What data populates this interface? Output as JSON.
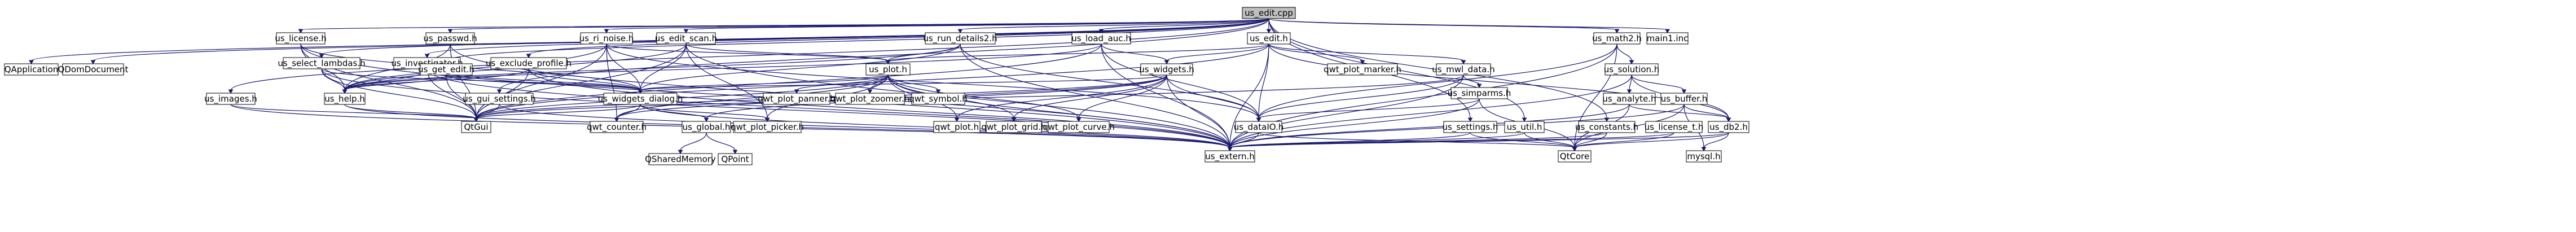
{
  "diagram": {
    "type": "include-dependency-graph",
    "colors": {
      "edge": "#191970",
      "root_fill": "#bfbfbf",
      "node_fill": "#ffffff",
      "border": "#000000"
    },
    "nodes": [
      {
        "id": "us_edit_cpp",
        "label": "us_edit.cpp",
        "root": true
      },
      {
        "id": "QApplication",
        "label": "QApplication"
      },
      {
        "id": "QDomDocument",
        "label": "QDomDocument"
      },
      {
        "id": "us_license_h",
        "label": "us_license.h"
      },
      {
        "id": "us_passwd_h",
        "label": "us_passwd.h"
      },
      {
        "id": "us_ri_noise_h",
        "label": "us_ri_noise.h"
      },
      {
        "id": "us_edit_scan_h",
        "label": "us_edit_scan.h"
      },
      {
        "id": "us_run_details2_h",
        "label": "us_run_details2.h"
      },
      {
        "id": "us_load_auc_h",
        "label": "us_load_auc.h"
      },
      {
        "id": "us_edit_h",
        "label": "us_edit.h"
      },
      {
        "id": "us_math2_h",
        "label": "us_math2.h"
      },
      {
        "id": "main1_inc",
        "label": "main1.inc"
      },
      {
        "id": "us_select_lambdas_h",
        "label": "us_select_lambdas.h"
      },
      {
        "id": "us_investigator_h",
        "label": "us_investigator.h"
      },
      {
        "id": "us_exclude_profile_h",
        "label": "us_exclude_profile.h"
      },
      {
        "id": "us_get_edit_h",
        "label": "us_get_edit.h"
      },
      {
        "id": "us_plot_h",
        "label": "us_plot.h"
      },
      {
        "id": "us_widgets_h",
        "label": "us_widgets.h"
      },
      {
        "id": "us_mwl_data_h",
        "label": "us_mwl_data.h"
      },
      {
        "id": "qwt_plot_marker_h",
        "label": "qwt_plot_marker.h"
      },
      {
        "id": "us_solution_h",
        "label": "us_solution.h"
      },
      {
        "id": "us_images_h",
        "label": "us_images.h"
      },
      {
        "id": "us_help_h",
        "label": "us_help.h"
      },
      {
        "id": "us_gui_settings_h",
        "label": "us_gui_settings.h"
      },
      {
        "id": "us_widgets_dialog_h",
        "label": "us_widgets_dialog.h"
      },
      {
        "id": "qwt_plot_panner_h",
        "label": "qwt_plot_panner.h"
      },
      {
        "id": "qwt_plot_zoomer_h",
        "label": "qwt_plot_zoomer.h"
      },
      {
        "id": "qwt_symbol_h",
        "label": "qwt_symbol.h"
      },
      {
        "id": "us_simparms_h",
        "label": "us_simparms.h"
      },
      {
        "id": "us_analyte_h",
        "label": "us_analyte.h"
      },
      {
        "id": "us_buffer_h",
        "label": "us_buffer.h"
      },
      {
        "id": "QtGui",
        "label": "QtGui"
      },
      {
        "id": "qwt_counter_h",
        "label": "qwt_counter.h"
      },
      {
        "id": "us_global_h",
        "label": "us_global.h"
      },
      {
        "id": "qwt_plot_picker_h",
        "label": "qwt_plot_picker.h"
      },
      {
        "id": "qwt_plot_h",
        "label": "qwt_plot.h"
      },
      {
        "id": "qwt_plot_grid_h",
        "label": "qwt_plot_grid.h"
      },
      {
        "id": "qwt_plot_curve_h",
        "label": "qwt_plot_curve.h"
      },
      {
        "id": "us_dataIO_h",
        "label": "us_dataIO.h"
      },
      {
        "id": "us_settings_h",
        "label": "us_settings.h"
      },
      {
        "id": "us_util_h",
        "label": "us_util.h"
      },
      {
        "id": "us_constants_h",
        "label": "us_constants.h"
      },
      {
        "id": "us_license_t_h",
        "label": "us_license_t.h"
      },
      {
        "id": "us_db2_h",
        "label": "us_db2.h"
      },
      {
        "id": "QSharedMemory",
        "label": "QSharedMemory"
      },
      {
        "id": "QPoint",
        "label": "QPoint"
      },
      {
        "id": "us_extern_h",
        "label": "us_extern.h"
      },
      {
        "id": "QtCore",
        "label": "QtCore"
      },
      {
        "id": "mysql_h",
        "label": "mysql.h"
      }
    ],
    "edges": [
      [
        "us_edit_cpp",
        "QApplication"
      ],
      [
        "us_edit_cpp",
        "QDomDocument"
      ],
      [
        "us_edit_cpp",
        "us_license_h"
      ],
      [
        "us_edit_cpp",
        "us_passwd_h"
      ],
      [
        "us_edit_cpp",
        "us_ri_noise_h"
      ],
      [
        "us_edit_cpp",
        "us_edit_scan_h"
      ],
      [
        "us_edit_cpp",
        "us_run_details2_h"
      ],
      [
        "us_edit_cpp",
        "us_load_auc_h"
      ],
      [
        "us_edit_cpp",
        "us_edit_h"
      ],
      [
        "us_edit_cpp",
        "us_math2_h"
      ],
      [
        "us_edit_cpp",
        "main1_inc"
      ],
      [
        "us_edit_cpp",
        "us_select_lambdas_h"
      ],
      [
        "us_edit_cpp",
        "us_investigator_h"
      ],
      [
        "us_edit_cpp",
        "us_exclude_profile_h"
      ],
      [
        "us_edit_cpp",
        "us_get_edit_h"
      ],
      [
        "us_edit_cpp",
        "us_images_h"
      ],
      [
        "us_edit_cpp",
        "us_gui_settings_h"
      ],
      [
        "us_edit_cpp",
        "us_settings_h"
      ],
      [
        "us_edit_cpp",
        "us_util_h"
      ],
      [
        "us_edit_cpp",
        "us_constants_h"
      ],
      [
        "us_license_h",
        "us_help_h"
      ],
      [
        "us_license_h",
        "QtGui"
      ],
      [
        "us_license_h",
        "us_extern_h"
      ],
      [
        "us_license_h",
        "us_widgets_dialog_h"
      ],
      [
        "us_passwd_h",
        "us_help_h"
      ],
      [
        "us_passwd_h",
        "us_extern_h"
      ],
      [
        "us_passwd_h",
        "QtGui"
      ],
      [
        "us_ri_noise_h",
        "us_widgets_dialog_h"
      ],
      [
        "us_ri_noise_h",
        "QtGui"
      ],
      [
        "us_ri_noise_h",
        "us_dataIO_h"
      ],
      [
        "us_ri_noise_h",
        "qwt_counter_h"
      ],
      [
        "us_ri_noise_h",
        "us_help_h"
      ],
      [
        "us_ri_noise_h",
        "us_plot_h"
      ],
      [
        "us_edit_scan_h",
        "us_widgets_dialog_h"
      ],
      [
        "us_edit_scan_h",
        "us_plot_h"
      ],
      [
        "us_edit_scan_h",
        "us_help_h"
      ],
      [
        "us_edit_scan_h",
        "QtGui"
      ],
      [
        "us_edit_scan_h",
        "us_extern_h"
      ],
      [
        "us_edit_scan_h",
        "qwt_plot_picker_h"
      ],
      [
        "us_run_details2_h",
        "us_widgets_dialog_h"
      ],
      [
        "us_run_details2_h",
        "us_plot_h"
      ],
      [
        "us_run_details2_h",
        "us_dataIO_h"
      ],
      [
        "us_run_details2_h",
        "us_help_h"
      ],
      [
        "us_run_details2_h",
        "us_extern_h"
      ],
      [
        "us_load_auc_h",
        "us_widgets_h"
      ],
      [
        "us_load_auc_h",
        "us_dataIO_h"
      ],
      [
        "us_load_auc_h",
        "us_extern_h"
      ],
      [
        "us_load_auc_h",
        "QtGui"
      ],
      [
        "us_load_auc_h",
        "us_help_h"
      ],
      [
        "us_edit_h",
        "us_widgets_h"
      ],
      [
        "us_edit_h",
        "us_plot_h"
      ],
      [
        "us_edit_h",
        "us_dataIO_h"
      ],
      [
        "us_edit_h",
        "us_mwl_data_h"
      ],
      [
        "us_edit_h",
        "qwt_plot_marker_h"
      ],
      [
        "us_edit_h",
        "us_extern_h"
      ],
      [
        "us_edit_h",
        "us_db2_h"
      ],
      [
        "us_edit_h",
        "QtGui"
      ],
      [
        "us_math2_h",
        "us_solution_h"
      ],
      [
        "us_math2_h",
        "us_dataIO_h"
      ],
      [
        "us_math2_h",
        "QtCore"
      ],
      [
        "us_math2_h",
        "us_extern_h"
      ],
      [
        "us_select_lambdas_h",
        "us_widgets_dialog_h"
      ],
      [
        "us_select_lambdas_h",
        "us_help_h"
      ],
      [
        "us_select_lambdas_h",
        "QtGui"
      ],
      [
        "us_select_lambdas_h",
        "us_extern_h"
      ],
      [
        "us_investigator_h",
        "us_widgets_dialog_h"
      ],
      [
        "us_investigator_h",
        "us_help_h"
      ],
      [
        "us_investigator_h",
        "QtGui"
      ],
      [
        "us_investigator_h",
        "us_extern_h"
      ],
      [
        "us_exclude_profile_h",
        "us_widgets_dialog_h"
      ],
      [
        "us_exclude_profile_h",
        "us_help_h"
      ],
      [
        "us_exclude_profile_h",
        "QtGui"
      ],
      [
        "us_exclude_profile_h",
        "us_extern_h"
      ],
      [
        "us_get_edit_h",
        "us_widgets_dialog_h"
      ],
      [
        "us_get_edit_h",
        "us_help_h"
      ],
      [
        "us_get_edit_h",
        "QtGui"
      ],
      [
        "us_plot_h",
        "us_widgets_dialog_h"
      ],
      [
        "us_plot_h",
        "qwt_plot_panner_h"
      ],
      [
        "us_plot_h",
        "qwt_plot_zoomer_h"
      ],
      [
        "us_plot_h",
        "qwt_symbol_h"
      ],
      [
        "us_plot_h",
        "qwt_plot_h"
      ],
      [
        "us_plot_h",
        "qwt_plot_grid_h"
      ],
      [
        "us_plot_h",
        "qwt_plot_curve_h"
      ],
      [
        "us_plot_h",
        "qwt_counter_h"
      ],
      [
        "us_plot_h",
        "qwt_plot_picker_h"
      ],
      [
        "us_plot_h",
        "QtGui"
      ],
      [
        "us_plot_h",
        "us_extern_h"
      ],
      [
        "us_widgets_h",
        "QtGui"
      ],
      [
        "us_widgets_h",
        "qwt_counter_h"
      ],
      [
        "us_widgets_h",
        "us_global_h"
      ],
      [
        "us_widgets_h",
        "us_extern_h"
      ],
      [
        "us_widgets_h",
        "qwt_plot_h"
      ],
      [
        "us_widgets_h",
        "qwt_plot_grid_h"
      ],
      [
        "us_widgets_h",
        "qwt_plot_curve_h"
      ],
      [
        "us_widgets_h",
        "us_widgets_dialog_h"
      ],
      [
        "us_widgets_h",
        "us_dataIO_h"
      ],
      [
        "us_mwl_data_h",
        "us_dataIO_h"
      ],
      [
        "us_mwl_data_h",
        "us_simparms_h"
      ],
      [
        "us_mwl_data_h",
        "QtGui"
      ],
      [
        "us_mwl_data_h",
        "us_extern_h"
      ],
      [
        "us_solution_h",
        "us_analyte_h"
      ],
      [
        "us_solution_h",
        "us_buffer_h"
      ],
      [
        "us_solution_h",
        "us_db2_h"
      ],
      [
        "us_solution_h",
        "us_extern_h"
      ],
      [
        "us_images_h",
        "QtGui"
      ],
      [
        "us_images_h",
        "us_extern_h"
      ],
      [
        "us_help_h",
        "QtGui"
      ],
      [
        "us_help_h",
        "us_extern_h"
      ],
      [
        "us_gui_settings_h",
        "QtGui"
      ],
      [
        "us_gui_settings_h",
        "us_extern_h"
      ],
      [
        "us_widgets_dialog_h",
        "QtGui"
      ],
      [
        "us_widgets_dialog_h",
        "qwt_counter_h"
      ],
      [
        "us_widgets_dialog_h",
        "us_global_h"
      ],
      [
        "us_widgets_dialog_h",
        "us_extern_h"
      ],
      [
        "us_widgets_dialog_h",
        "qwt_plot_picker_h"
      ],
      [
        "us_simparms_h",
        "us_dataIO_h"
      ],
      [
        "us_simparms_h",
        "QtCore"
      ],
      [
        "us_simparms_h",
        "us_extern_h"
      ],
      [
        "us_analyte_h",
        "us_db2_h"
      ],
      [
        "us_analyte_h",
        "QtCore"
      ],
      [
        "us_analyte_h",
        "us_extern_h"
      ],
      [
        "us_buffer_h",
        "us_db2_h"
      ],
      [
        "us_buffer_h",
        "QtCore"
      ],
      [
        "us_buffer_h",
        "mysql_h"
      ],
      [
        "us_buffer_h",
        "us_extern_h"
      ],
      [
        "us_global_h",
        "QSharedMemory"
      ],
      [
        "us_global_h",
        "QPoint"
      ],
      [
        "us_dataIO_h",
        "us_extern_h"
      ],
      [
        "us_dataIO_h",
        "QtCore"
      ],
      [
        "us_settings_h",
        "us_extern_h"
      ],
      [
        "us_settings_h",
        "QtCore"
      ],
      [
        "us_util_h",
        "us_extern_h"
      ],
      [
        "us_util_h",
        "QtCore"
      ],
      [
        "us_constants_h",
        "us_extern_h"
      ],
      [
        "us_constants_h",
        "QtCore"
      ],
      [
        "us_license_t_h",
        "us_extern_h"
      ],
      [
        "us_license_t_h",
        "QtCore"
      ],
      [
        "us_db2_h",
        "us_extern_h"
      ],
      [
        "us_db2_h",
        "QtCore"
      ],
      [
        "us_db2_h",
        "mysql_h"
      ]
    ]
  }
}
